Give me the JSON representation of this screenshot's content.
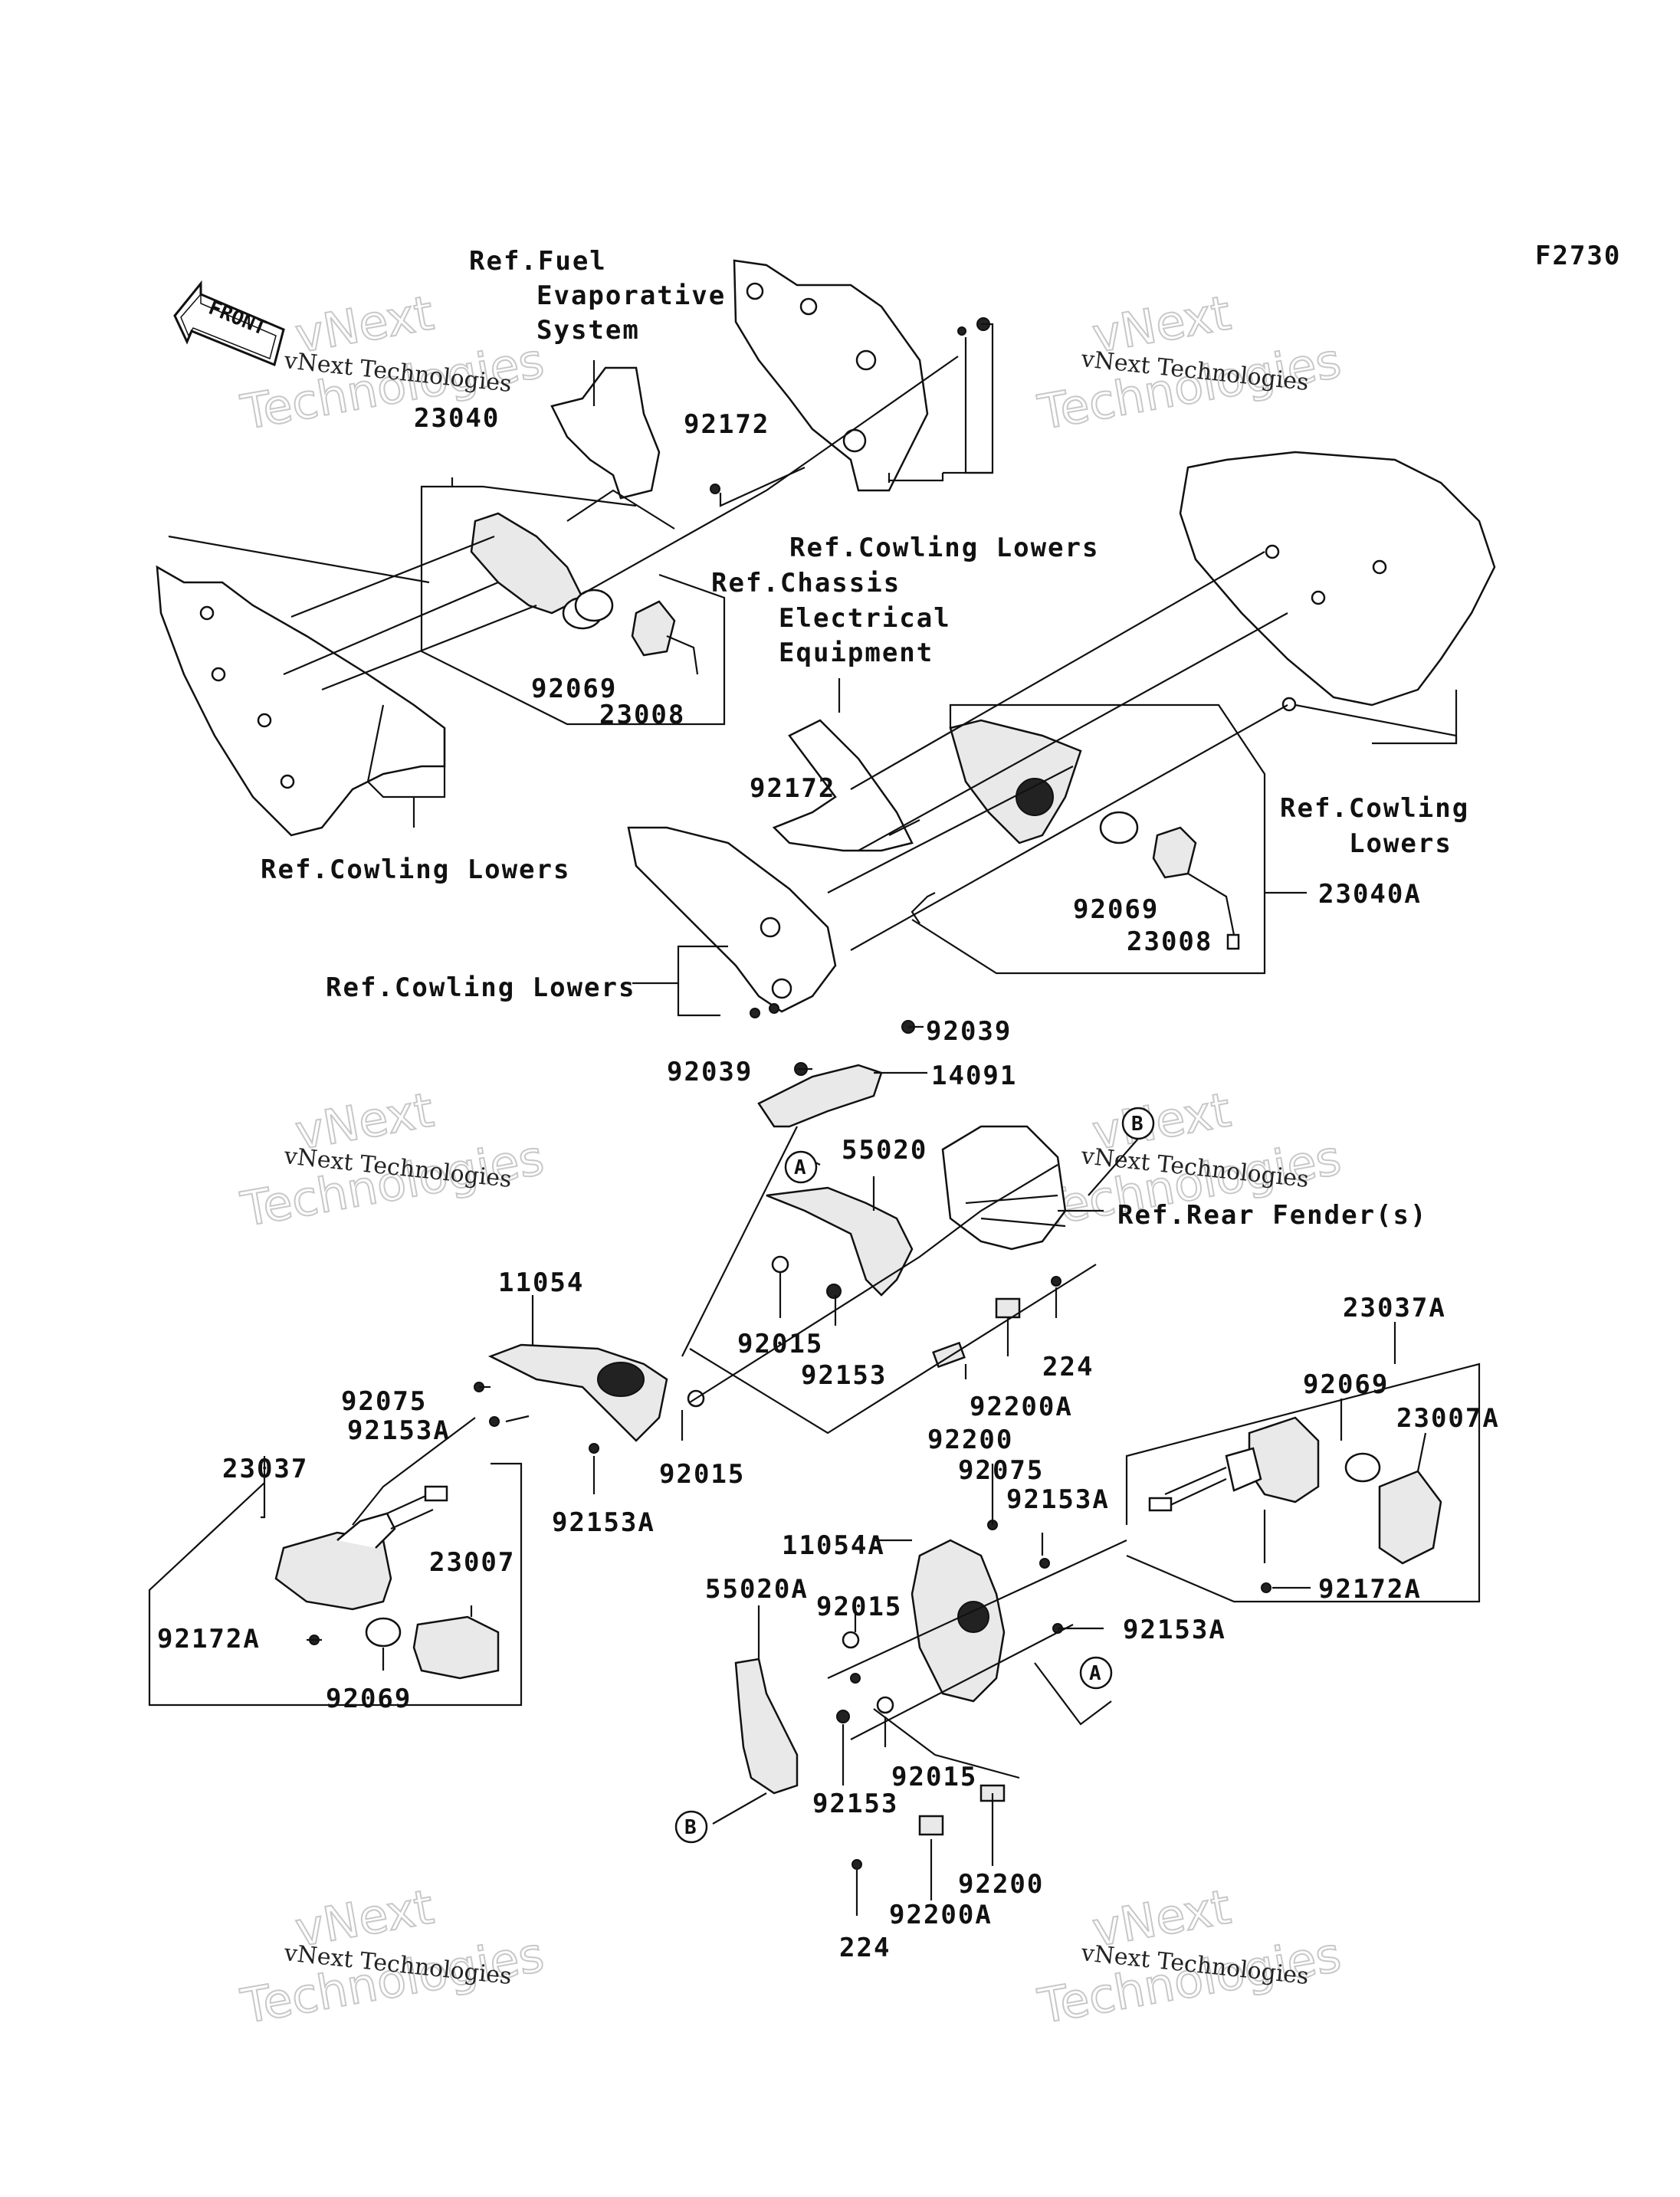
{
  "diagram_code": "F2730",
  "front_label": "FRONT",
  "watermark": {
    "line1": "vNext Technologies",
    "line2": "vNext",
    "line3": "Technologies"
  },
  "callouts": {
    "ref_fuel_1": "Ref.Fuel",
    "ref_fuel_2": "Evaporative",
    "ref_fuel_3": "System",
    "p23040": "23040",
    "p92172_a": "92172",
    "p92069_a": "92069",
    "p23008_a": "23008",
    "ref_cowling_top": "Ref.Cowling Lowers",
    "ref_chassis_1": "Ref.Chassis",
    "ref_chassis_2": "Electrical",
    "ref_chassis_3": "Equipment",
    "ref_cowling_left": "Ref.Cowling Lowers",
    "p92172_b": "92172",
    "ref_cowling_right_1": "Ref.Cowling",
    "ref_cowling_right_2": "Lowers",
    "p92069_b": "92069",
    "p23008_b": "23008",
    "p23040A": "23040A",
    "ref_cowling_mid": "Ref.Cowling Lowers",
    "p92039_a": "92039",
    "p92039_b": "92039",
    "p14091": "14091",
    "p55020": "55020",
    "ref_rear_fender": "Ref.Rear Fender(s)",
    "p11054": "11054",
    "p92075_a": "92075",
    "p92153A_a": "92153A",
    "p92015_a": "92015",
    "p92153_a": "92153",
    "p224_a": "224",
    "p92200A_a": "92200A",
    "p92200_a": "92200",
    "p92015_b": "92015",
    "p92153A_b": "92153A",
    "p23037A": "23037A",
    "p92069_c": "92069",
    "p23007A": "23007A",
    "p92075_b": "92075",
    "p92153A_c": "92153A",
    "p11054A": "11054A",
    "p23037": "23037",
    "p23007": "23007",
    "p92172A_a": "92172A",
    "p92069_d": "92069",
    "p55020A": "55020A",
    "p92015_c": "92015",
    "p92153A_d": "92153A",
    "p92172A_b": "92172A",
    "p92015_d": "92015",
    "p92153_b": "92153",
    "p92200_b": "92200",
    "p92200A_b": "92200A",
    "p224_b": "224"
  },
  "markers": {
    "a1": "A",
    "b1": "B",
    "a2": "A",
    "b2": "B"
  }
}
